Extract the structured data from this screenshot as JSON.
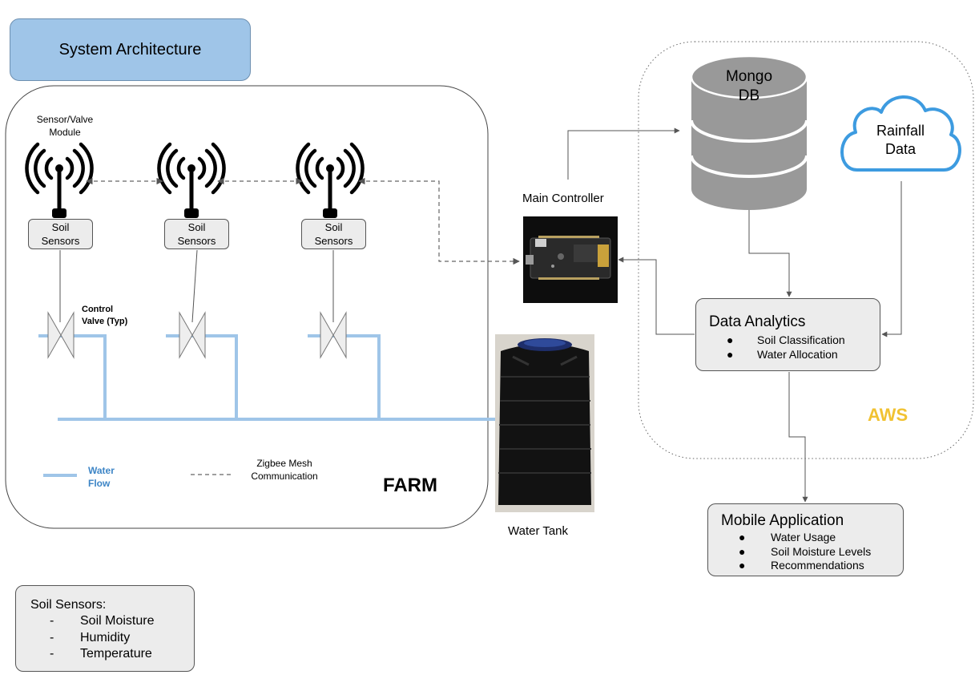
{
  "header": {
    "title": "System Architecture"
  },
  "farm": {
    "label": "FARM",
    "module_label": "Sensor/Valve Module",
    "sensor_boxes": [
      {
        "line1": "Soil",
        "line2": "Sensors"
      },
      {
        "line1": "Soil",
        "line2": "Sensors"
      },
      {
        "line1": "Soil",
        "line2": "Sensors"
      }
    ],
    "valve_label": "Control Valve (Typ)"
  },
  "legend": {
    "water_flow": "Water Flow",
    "zigbee": "Zigbee Mesh Communication"
  },
  "controller": {
    "label": "Main Controller"
  },
  "tank": {
    "label": "Water Tank"
  },
  "aws": {
    "label": "AWS",
    "db": {
      "line1": "Mongo",
      "line2": "DB"
    },
    "rainfall": {
      "line1": "Rainfall",
      "line2": "Data"
    },
    "analytics": {
      "title": "Data Analytics",
      "items": [
        "Soil Classification",
        "Water Allocation"
      ]
    }
  },
  "mobile": {
    "title": "Mobile Application",
    "items": [
      "Water Usage",
      "Soil Moisture Levels",
      "Recommendations"
    ]
  },
  "soil_note": {
    "title": "Soil Sensors:",
    "items": [
      "Soil Moisture",
      "Humidity",
      "Temperature"
    ]
  },
  "colors": {
    "title_fill": "#9fc5e8",
    "water_pipe": "#9fc5e8",
    "cloud_stroke": "#3d9be0",
    "aws_text": "#f1c232",
    "box_fill": "#ececec",
    "db_fill": "#999999"
  }
}
